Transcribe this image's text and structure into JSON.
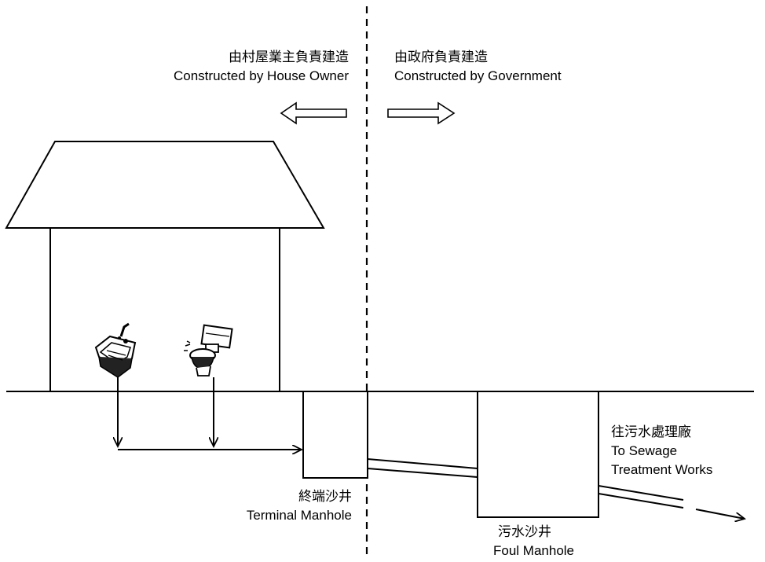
{
  "labels": {
    "owner_zh": "由村屋業主負責建造",
    "owner_en": "Constructed by House Owner",
    "gov_zh": "由政府負責建造",
    "gov_en": "Constructed by Government",
    "terminal_zh": "終端沙井",
    "terminal_en": "Terminal Manhole",
    "foul_zh": "污水沙井",
    "foul_en": "Foul Manhole",
    "stw_zh": "往污水處理廠",
    "stw_en_1": "To Sewage",
    "stw_en_2": "Treatment Works"
  },
  "icons": {
    "sink": "sink-icon",
    "toilet": "toilet-icon"
  },
  "colors": {
    "line": "#000000",
    "background": "#ffffff"
  }
}
